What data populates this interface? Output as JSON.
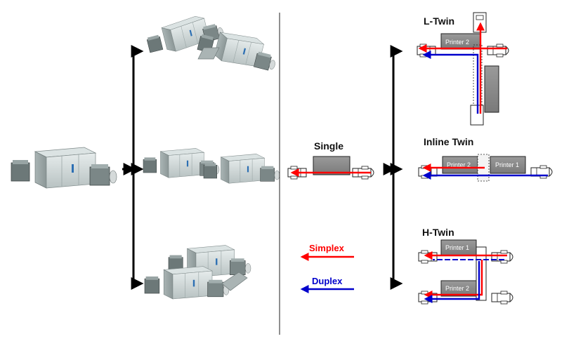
{
  "labels": {
    "single": "Single",
    "l_twin": "L-Twin",
    "inline_twin": "Inline Twin",
    "h_twin": "H-Twin",
    "simplex": "Simplex",
    "duplex": "Duplex"
  },
  "printers": {
    "p1": "Printer 1",
    "p2": "Printer 2"
  },
  "colors": {
    "simplex": "#ff0000",
    "duplex": "#0000cc",
    "housing": "#c9d2d2",
    "housing_dark": "#8f9a9a",
    "schematic_box": "#8c8c8c"
  }
}
